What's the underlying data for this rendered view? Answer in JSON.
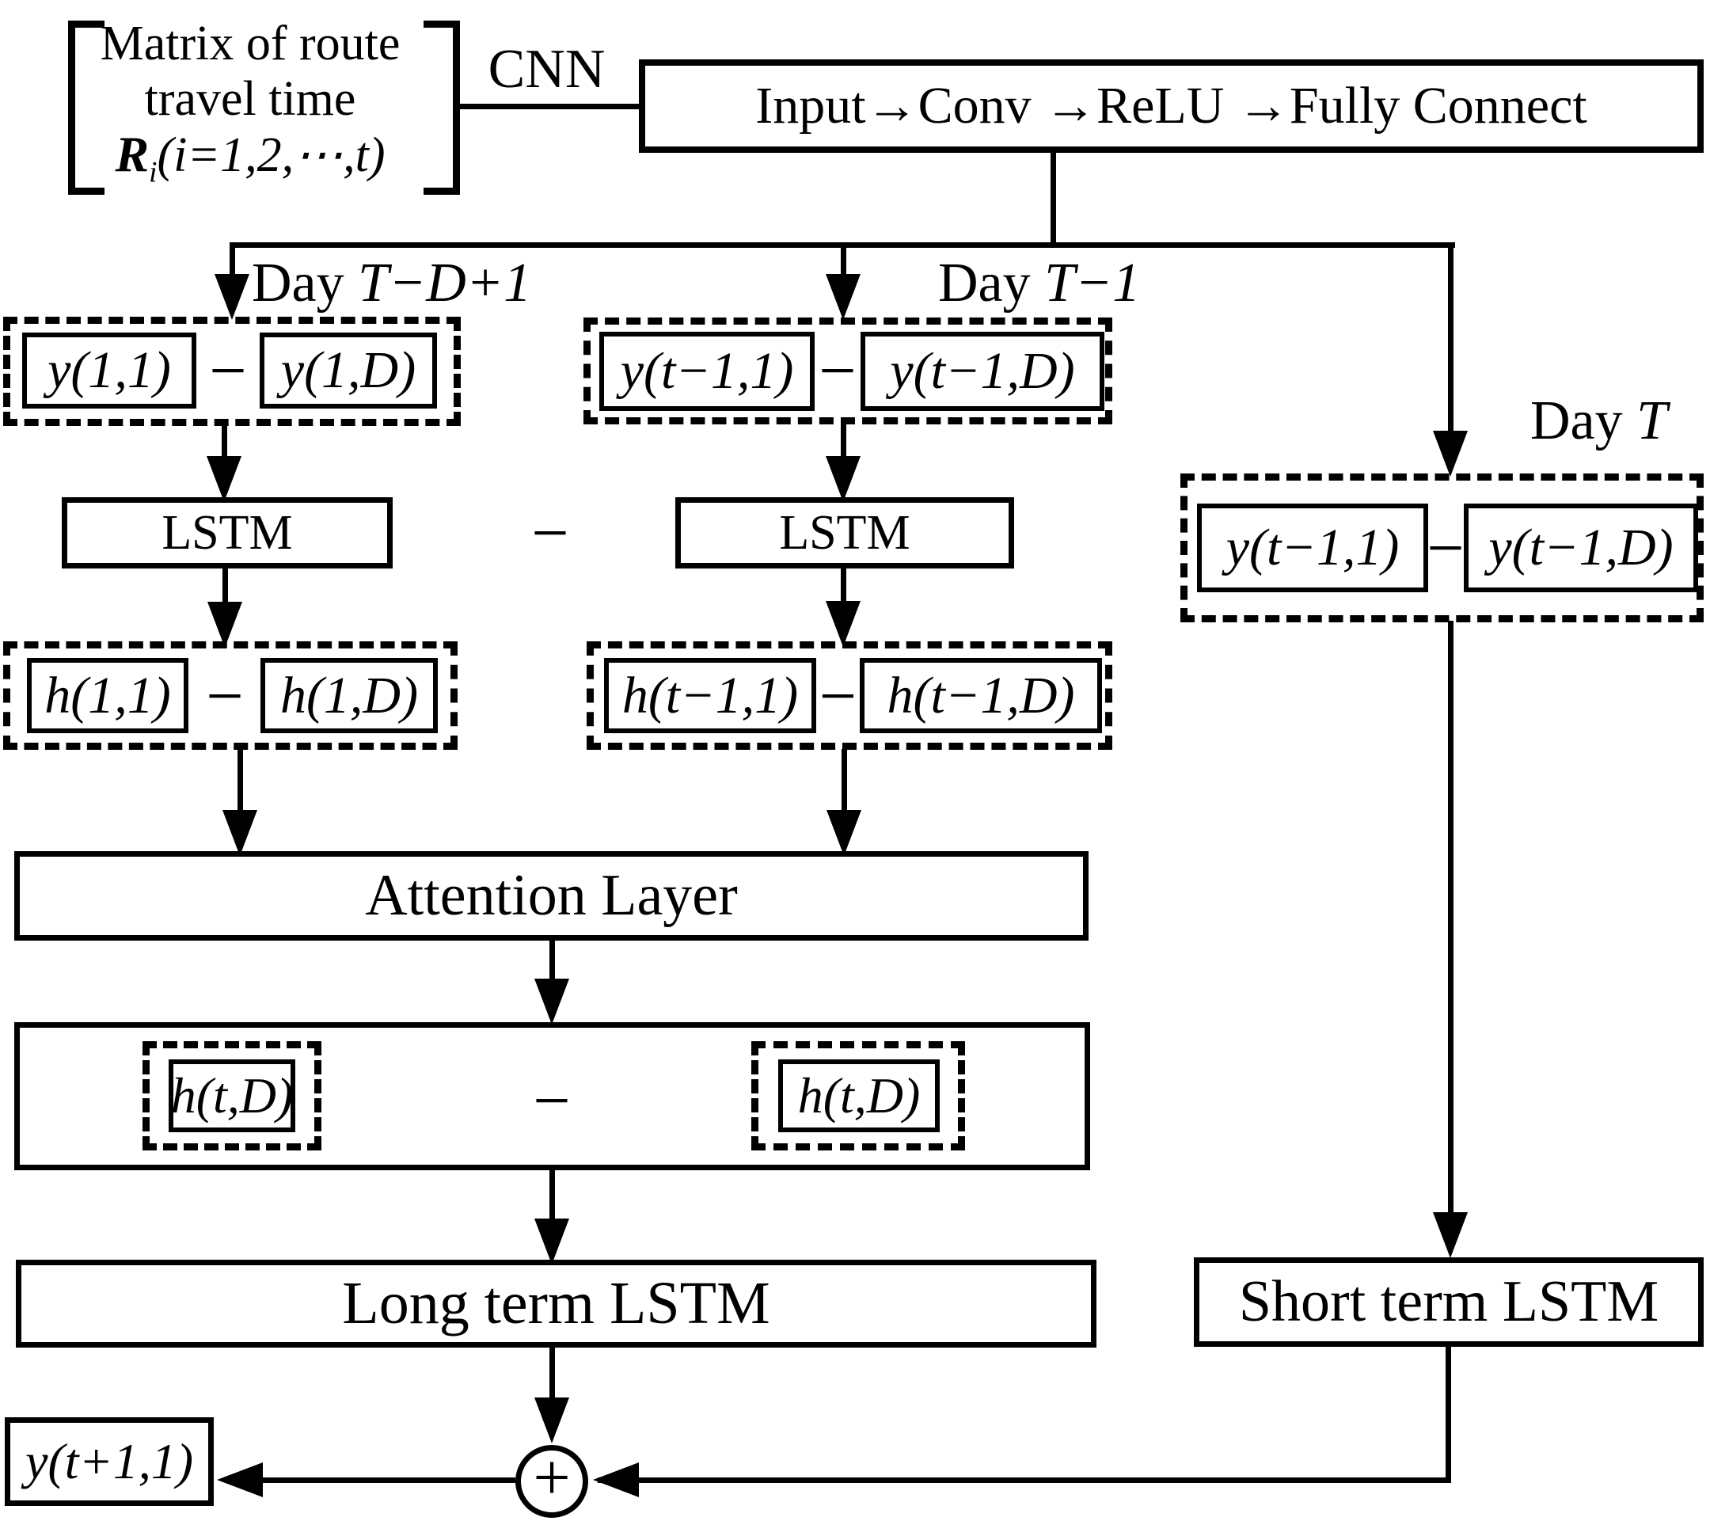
{
  "matrix_block": {
    "line1": "Matrix of route",
    "line2": "travel time",
    "r": "R",
    "r_sub": "i",
    "r_rest": "(i=1,2,⋯,t)"
  },
  "cnn": {
    "label": "CNN",
    "pipeline": "Input→Conv →ReLU →Fully Connect"
  },
  "days": {
    "prefix": "Day ",
    "left_var": "T−D+1",
    "mid_var": "T−1",
    "right_var": "T"
  },
  "minus": "−",
  "y_row": {
    "left_a": "y(1,1)",
    "left_b": "y(1,D)",
    "mid_a": "y(t−1,1)",
    "mid_b": "y(t−1,D)",
    "dayT_a": "y(t−1,1)",
    "dayT_b": "y(t−1,D)"
  },
  "lstm": {
    "label": "LSTM"
  },
  "h_row": {
    "left_a": "h(1,1)",
    "left_b": "h(1,D)",
    "mid_a": "h(t−1,1)",
    "mid_b": "h(t−1,D)"
  },
  "attention_label": "Attention Layer",
  "context": {
    "a": "h(t,D)",
    "b": "h(t,D)"
  },
  "long_lstm_label": "Long term LSTM",
  "short_lstm_label": "Short term LSTM",
  "plus_symbol": "+",
  "output_label": "y(t+1,1)"
}
